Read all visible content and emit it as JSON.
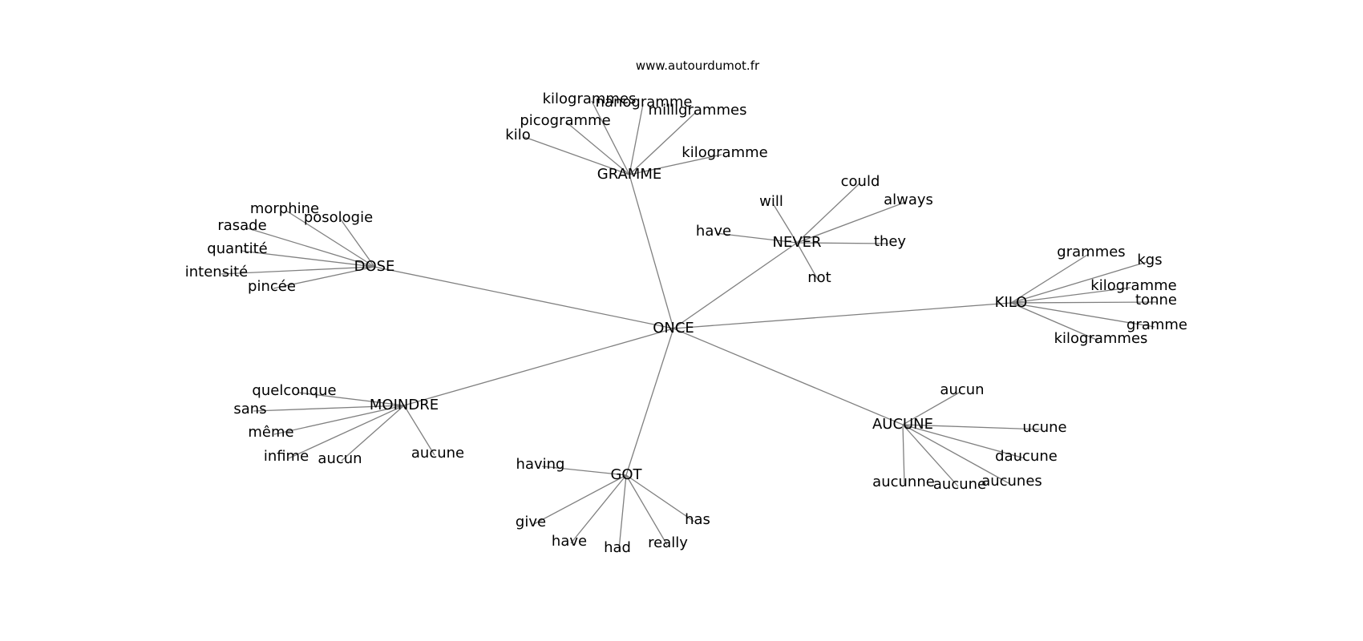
{
  "source_url": "www.autourdumot.fr",
  "center": "ONCE",
  "groups": [
    {
      "hub": "GRAMME",
      "words": [
        "kilo",
        "picogramme",
        "kilogrammes",
        "nanogramme",
        "milligrammes",
        "kilogramme"
      ]
    },
    {
      "hub": "NEVER",
      "words": [
        "will",
        "could",
        "always",
        "have",
        "they",
        "not"
      ]
    },
    {
      "hub": "DOSE",
      "words": [
        "morphine",
        "posologie",
        "rasade",
        "quantité",
        "intensité",
        "pincée"
      ]
    },
    {
      "hub": "KILO",
      "words": [
        "grammes",
        "kgs",
        "kilogramme",
        "tonne",
        "gramme",
        "kilogrammes"
      ]
    },
    {
      "hub": "MOINDRE",
      "words": [
        "quelconque",
        "sans",
        "même",
        "infime",
        "aucun",
        "aucune"
      ]
    },
    {
      "hub": "AUCUNE",
      "words": [
        "aucun",
        "ucune",
        "daucune",
        "aucunes",
        "aucune",
        "aucunne"
      ]
    },
    {
      "hub": "GOT",
      "words": [
        "having",
        "give",
        "have",
        "had",
        "really",
        "has"
      ]
    }
  ]
}
